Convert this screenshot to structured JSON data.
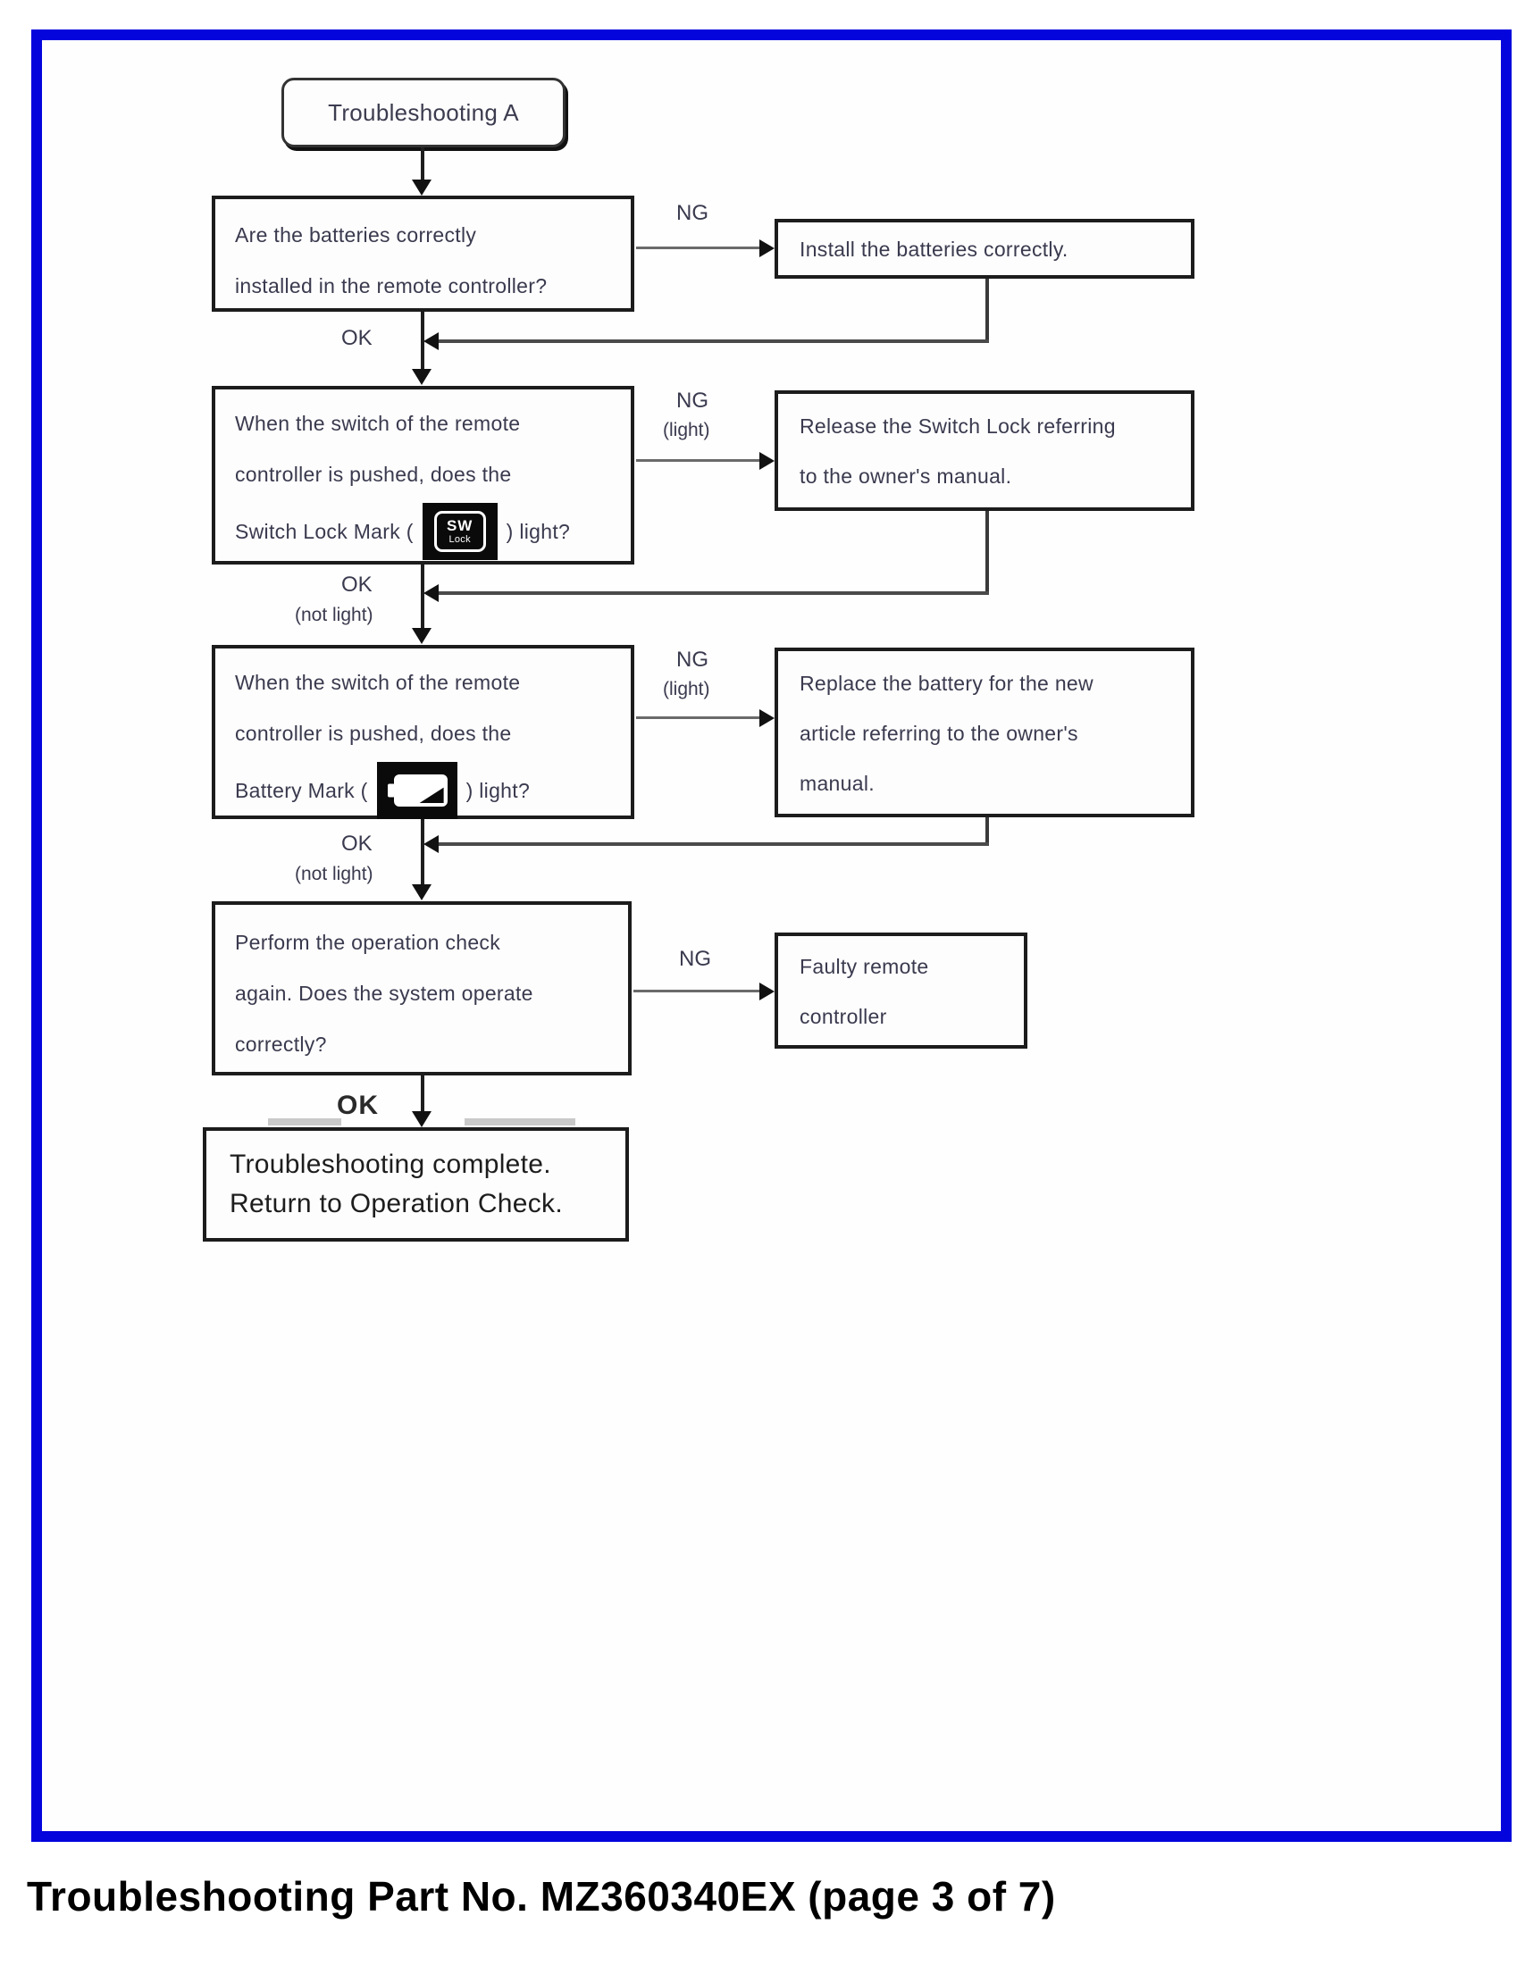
{
  "colors": {
    "frame_blue": "#0404dd",
    "box_border": "#1c1c1c",
    "flow_text": "#3a3a4f",
    "line_gray": "#6a6a6a"
  },
  "flow": {
    "start_label": "Troubleshooting A",
    "q1": {
      "lines": [
        "Are the batteries correctly",
        "installed in the remote controller?"
      ],
      "ng": "NG",
      "ok": "OK"
    },
    "a1": {
      "lines": [
        "Install the batteries correctly."
      ]
    },
    "q2": {
      "pre_lines": [
        "When the switch of the remote",
        "controller is pushed, does the"
      ],
      "inline_prefix": "Switch Lock Mark (",
      "inline_suffix": ") light?",
      "icon": "switch-lock-icon",
      "icon_top": "SW",
      "icon_bottom": "Lock",
      "ng": "NG",
      "ng_sub": "(light)",
      "ok": "OK",
      "ok_sub": "(not light)"
    },
    "a2": {
      "lines": [
        "Release the Switch Lock referring",
        "to the owner's manual."
      ]
    },
    "q3": {
      "pre_lines": [
        "When the switch of the remote",
        "controller is pushed, does the"
      ],
      "inline_prefix": "Battery Mark (",
      "inline_suffix": ") light?",
      "icon": "battery-icon",
      "ng": "NG",
      "ng_sub": "(light)",
      "ok": "OK",
      "ok_sub": "(not light)"
    },
    "a3": {
      "lines": [
        "Replace the battery for the new",
        "article referring to the owner's",
        "manual."
      ]
    },
    "q4": {
      "lines": [
        "Perform the operation check",
        "again. Does the system operate",
        "correctly?"
      ],
      "ng": "NG",
      "ok": "OK"
    },
    "a4": {
      "lines": [
        "Faulty remote",
        "controller"
      ]
    },
    "end": {
      "lines": [
        "Troubleshooting complete.",
        "Return to Operation Check."
      ]
    }
  },
  "footer": {
    "caption": "Troubleshooting Part No. MZ360340EX (page 3 of 7)"
  }
}
